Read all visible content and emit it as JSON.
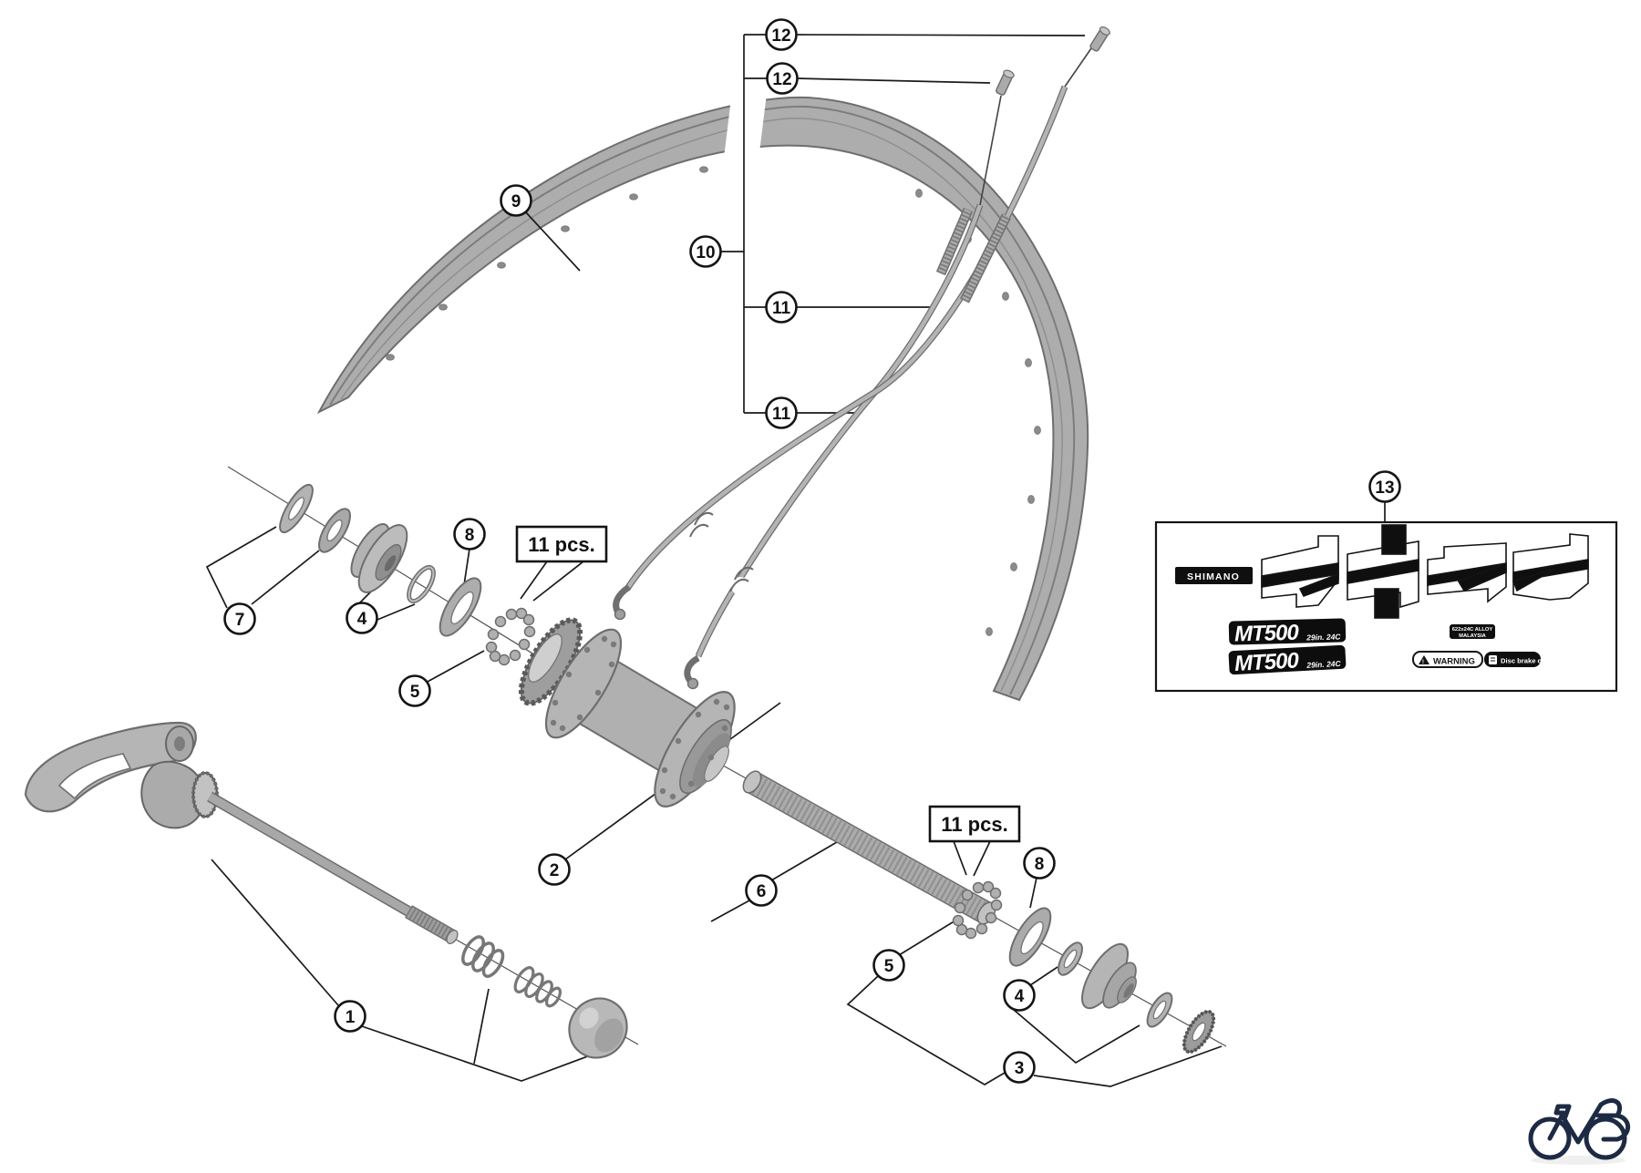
{
  "callouts": {
    "n1": "1",
    "n2": "2",
    "n3": "3",
    "n4": "4",
    "n5": "5",
    "n6": "6",
    "n7": "7",
    "n8": "8",
    "n9": "9",
    "n10": "10",
    "n11": "11",
    "n12": "12",
    "n13": "13"
  },
  "quantity_label": "11 pcs.",
  "decal_sheet": {
    "brand": "SHIMANO",
    "model": "MT500",
    "model_size": "29in. 24C",
    "spec_line1": "622x24C ALLOY",
    "spec_line2": "MALAYSIA",
    "warning_mark": "!",
    "warning_title": "WARNING",
    "warning_text": "Disc brake only!"
  },
  "colors": {
    "line": "#1a1a1a",
    "part_fill": "#b5b5b5",
    "part_stroke": "#6e6e6e",
    "decal_black": "#0f0f0f",
    "logo_navy": "#1d2a44",
    "background": "#ffffff"
  }
}
